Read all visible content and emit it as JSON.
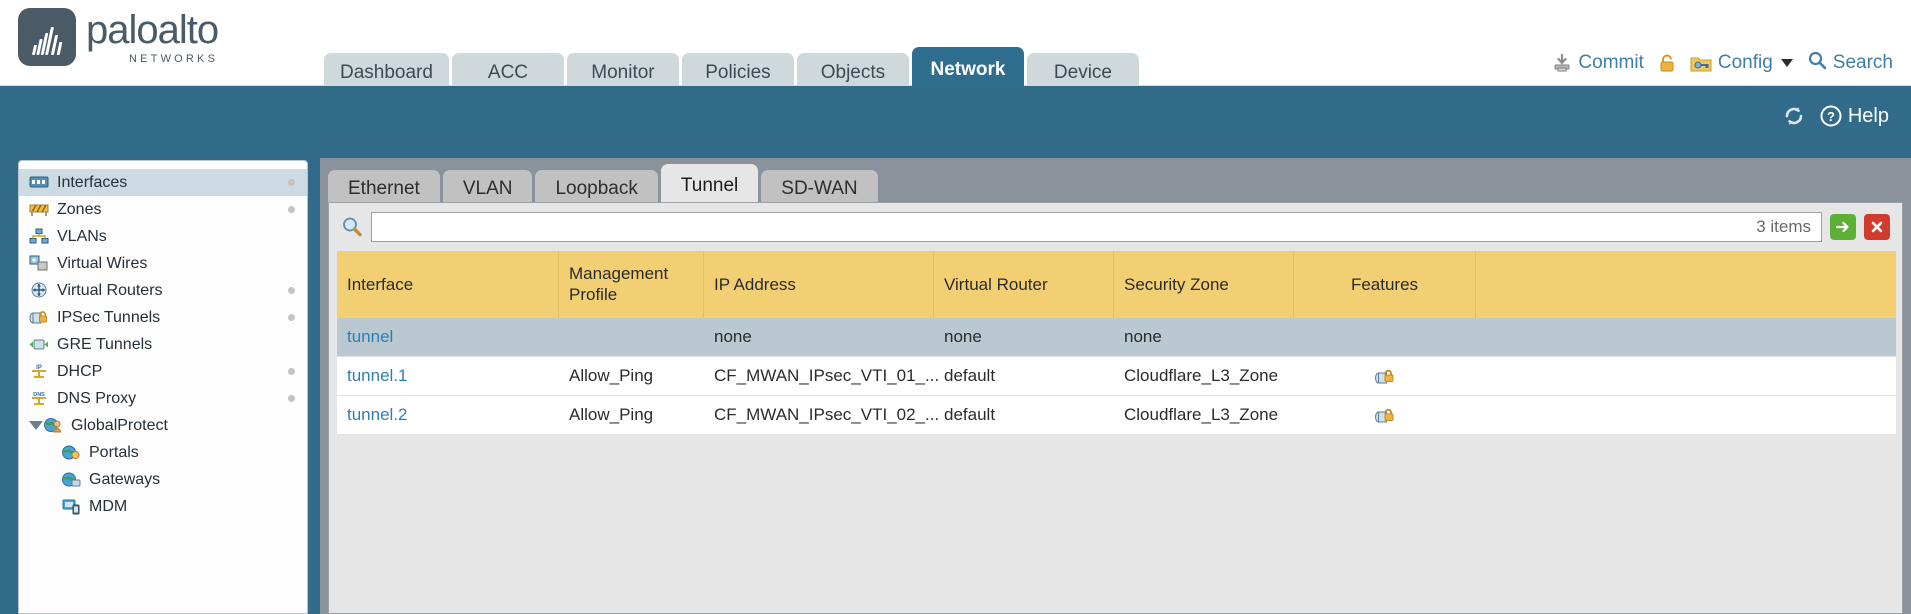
{
  "brand": {
    "name": "paloalto",
    "sub": "NETWORKS",
    "logo_icon": "paloalto-logo-icon"
  },
  "main_tabs": [
    {
      "label": "Dashboard",
      "active": false
    },
    {
      "label": "ACC",
      "active": false
    },
    {
      "label": "Monitor",
      "active": false
    },
    {
      "label": "Policies",
      "active": false
    },
    {
      "label": "Objects",
      "active": false
    },
    {
      "label": "Network",
      "active": true
    },
    {
      "label": "Device",
      "active": false
    }
  ],
  "header_tools": {
    "commit": {
      "label": "Commit",
      "icon": "commit-icon"
    },
    "lock": {
      "icon": "lock-icon"
    },
    "config": {
      "label": "Config",
      "icon": "config-key-icon",
      "caret": "chevron-down-icon"
    },
    "search": {
      "label": "Search",
      "icon": "search-icon"
    }
  },
  "blue_band": {
    "refresh": {
      "icon": "refresh-icon"
    },
    "help": {
      "label": "Help",
      "icon": "help-icon"
    }
  },
  "sidebar": {
    "items": [
      {
        "label": "Interfaces",
        "icon": "interfaces-icon",
        "selected": true,
        "dot": true,
        "child": false,
        "twisty": false
      },
      {
        "label": "Zones",
        "icon": "zones-icon",
        "selected": false,
        "dot": true,
        "child": false,
        "twisty": false
      },
      {
        "label": "VLANs",
        "icon": "vlans-icon",
        "selected": false,
        "dot": false,
        "child": false,
        "twisty": false
      },
      {
        "label": "Virtual Wires",
        "icon": "virtual-wires-icon",
        "selected": false,
        "dot": false,
        "child": false,
        "twisty": false
      },
      {
        "label": "Virtual Routers",
        "icon": "virtual-routers-icon",
        "selected": false,
        "dot": true,
        "child": false,
        "twisty": false
      },
      {
        "label": "IPSec Tunnels",
        "icon": "ipsec-tunnels-icon",
        "selected": false,
        "dot": true,
        "child": false,
        "twisty": false
      },
      {
        "label": "GRE Tunnels",
        "icon": "gre-tunnels-icon",
        "selected": false,
        "dot": false,
        "child": false,
        "twisty": false
      },
      {
        "label": "DHCP",
        "icon": "dhcp-icon",
        "selected": false,
        "dot": true,
        "child": false,
        "twisty": false
      },
      {
        "label": "DNS Proxy",
        "icon": "dns-proxy-icon",
        "selected": false,
        "dot": true,
        "child": false,
        "twisty": false
      },
      {
        "label": "GlobalProtect",
        "icon": "globalprotect-icon",
        "selected": false,
        "dot": false,
        "child": false,
        "twisty": true
      },
      {
        "label": "Portals",
        "icon": "portals-icon",
        "selected": false,
        "dot": false,
        "child": true,
        "twisty": false
      },
      {
        "label": "Gateways",
        "icon": "gateways-icon",
        "selected": false,
        "dot": false,
        "child": true,
        "twisty": false
      },
      {
        "label": "MDM",
        "icon": "mdm-icon",
        "selected": false,
        "dot": false,
        "child": true,
        "twisty": false
      }
    ]
  },
  "sub_tabs": [
    {
      "label": "Ethernet",
      "active": false
    },
    {
      "label": "VLAN",
      "active": false
    },
    {
      "label": "Loopback",
      "active": false
    },
    {
      "label": "Tunnel",
      "active": true
    },
    {
      "label": "SD-WAN",
      "active": false
    }
  ],
  "search": {
    "value": "",
    "placeholder": "",
    "icon": "search-magnifier-icon",
    "items_count": "3 items",
    "apply_icon": "apply-filter-icon",
    "clear_icon": "clear-filter-icon"
  },
  "table": {
    "columns": [
      "Interface",
      "Management Profile",
      "IP Address",
      "Virtual Router",
      "Security Zone",
      "Features"
    ],
    "rows": [
      {
        "selected": true,
        "interface": "tunnel",
        "management_profile": "",
        "ip_address": "none",
        "virtual_router": "none",
        "security_zone": "none",
        "feature_icon": ""
      },
      {
        "selected": false,
        "interface": "tunnel.1",
        "management_profile": "Allow_Ping",
        "ip_address": "CF_MWAN_IPsec_VTI_01_...",
        "virtual_router": "default",
        "security_zone": "Cloudflare_L3_Zone",
        "feature_icon": "ipsec-feature-icon"
      },
      {
        "selected": false,
        "interface": "tunnel.2",
        "management_profile": "Allow_Ping",
        "ip_address": "CF_MWAN_IPsec_VTI_02_...",
        "virtual_router": "default",
        "security_zone": "Cloudflare_L3_Zone",
        "feature_icon": "ipsec-feature-icon"
      }
    ]
  },
  "colors": {
    "brand_slate": "#4a5a66",
    "header_blue": "#326b8a",
    "tab_active": "#2e6d8e",
    "table_header_amber": "#f3cf74",
    "row_selected": "#b9c8d1",
    "link_blue": "#2f7fb5",
    "content_gray": "#8a939b"
  }
}
